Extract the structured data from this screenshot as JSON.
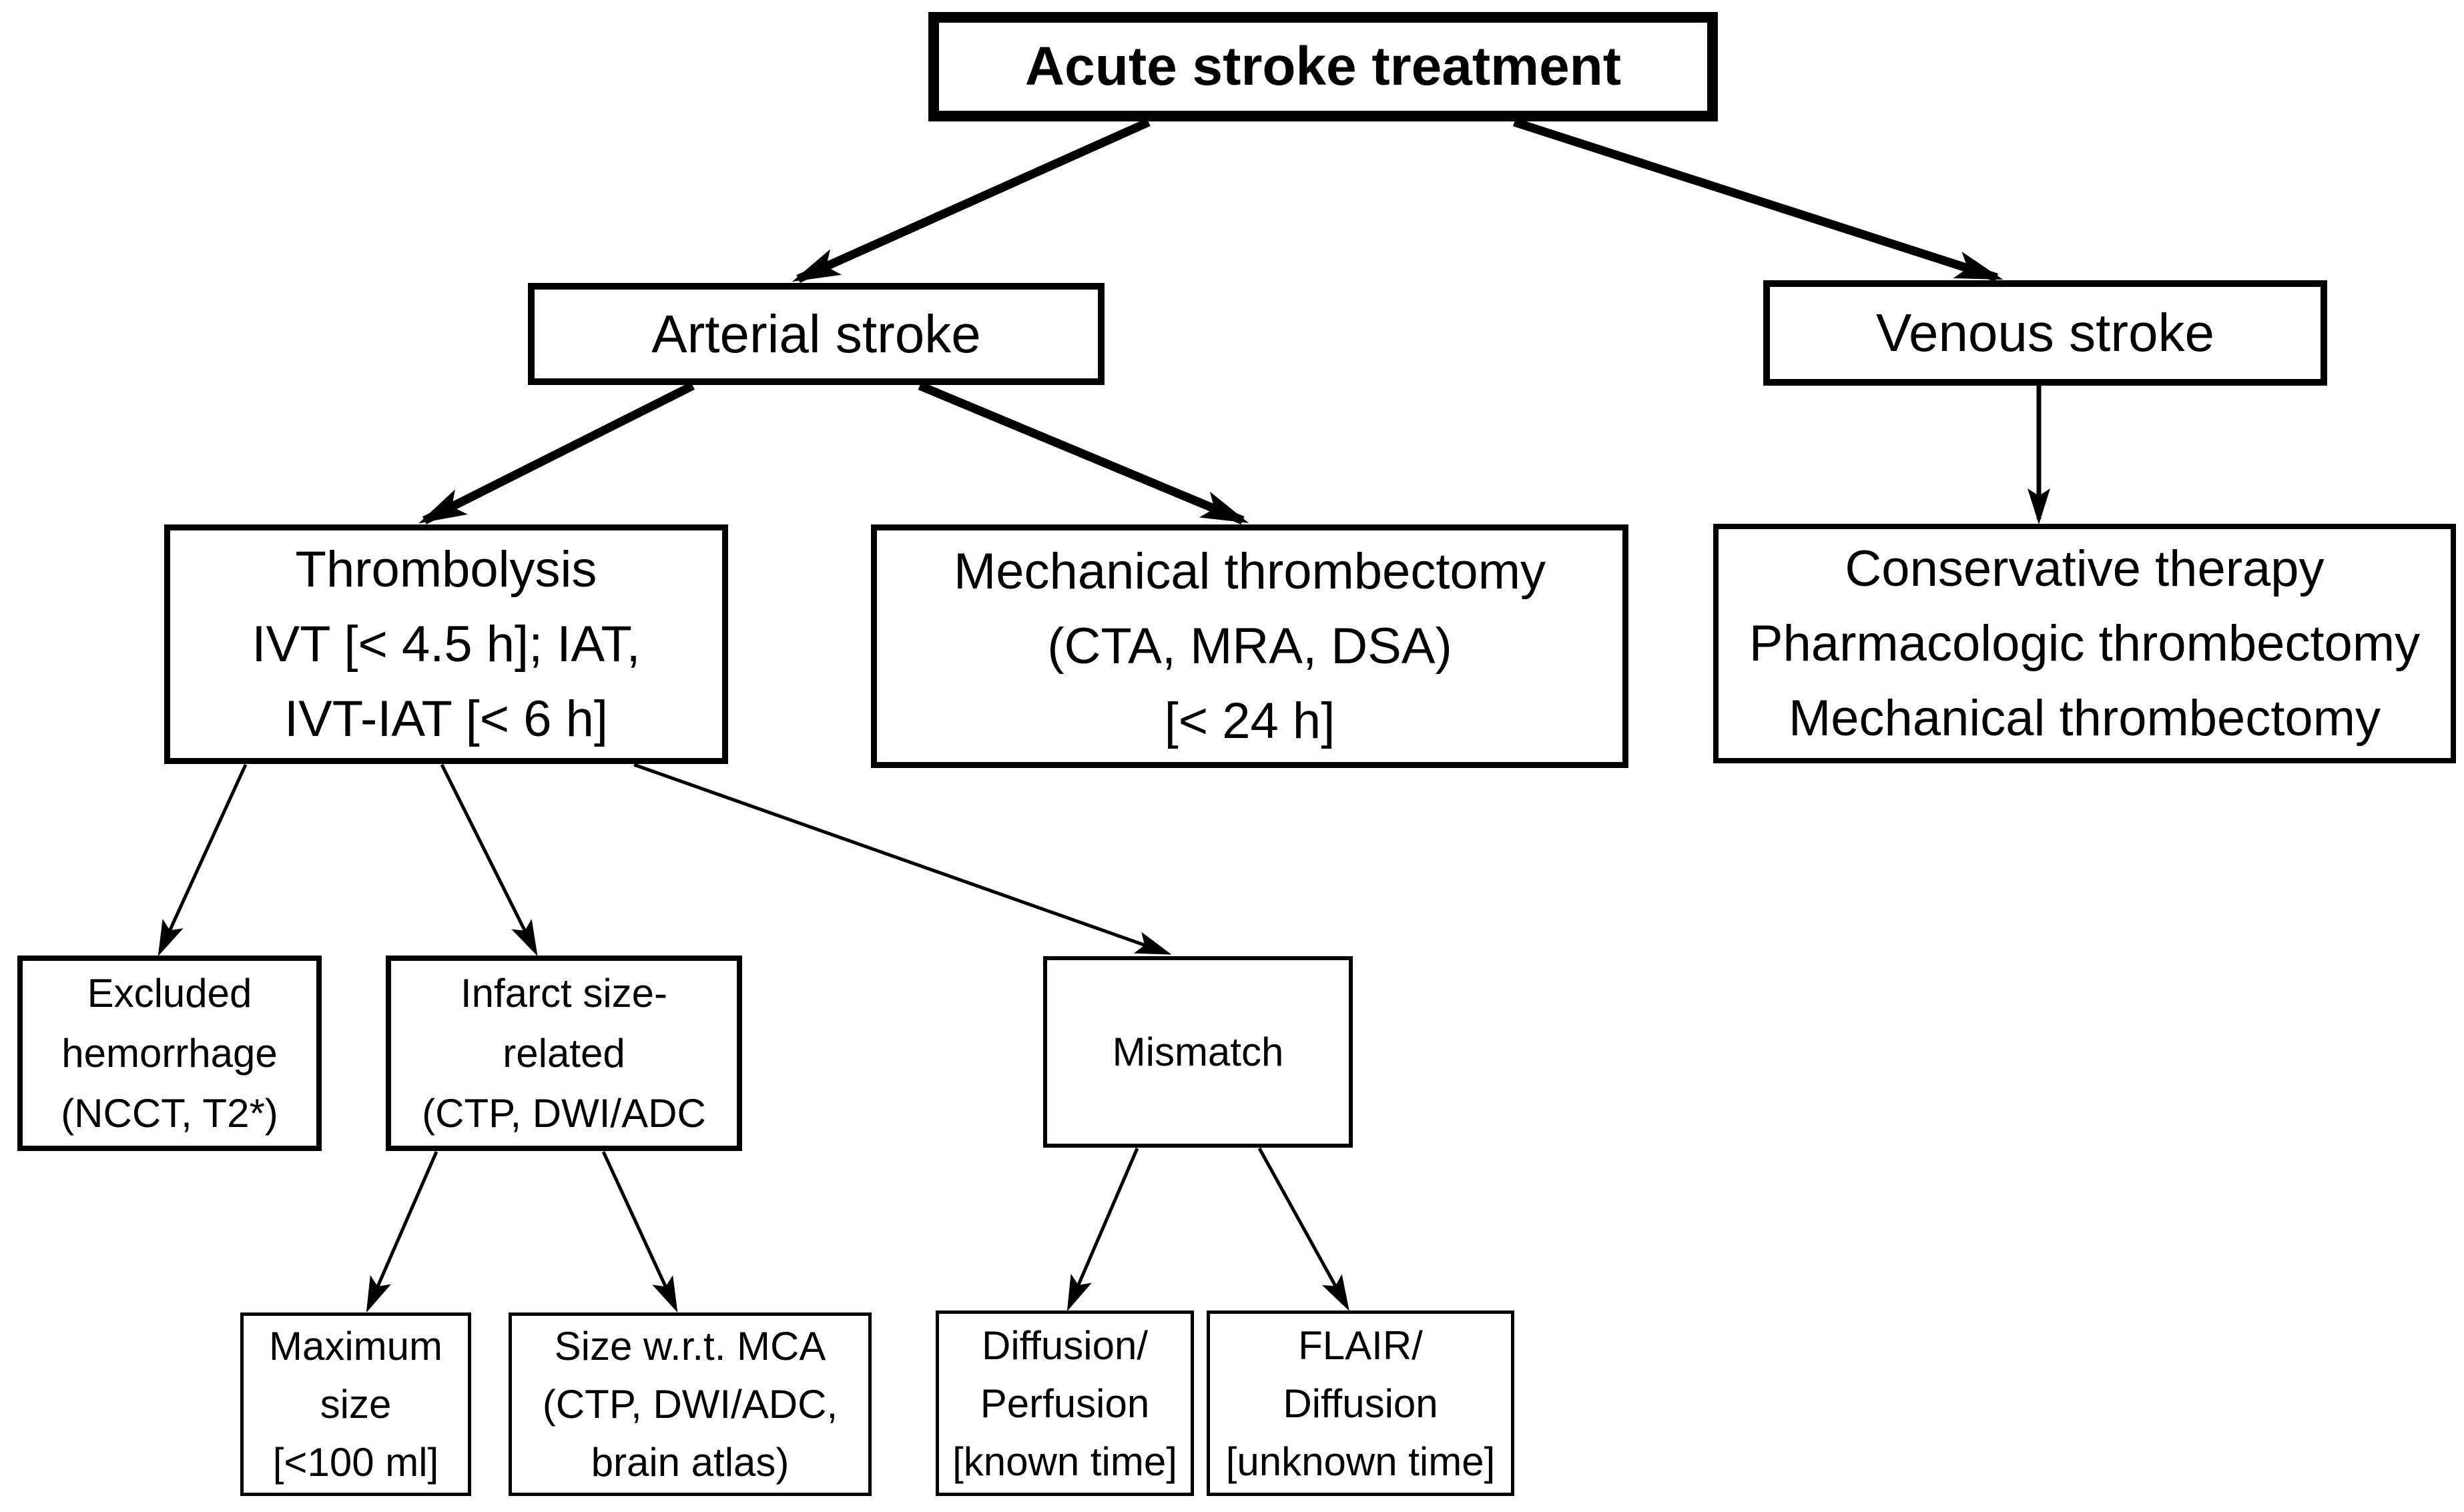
{
  "diagram": {
    "title": "Acute stroke treatment",
    "background_color": "#ffffff",
    "line_color": "#000000",
    "nodes": {
      "root": {
        "lines": [
          "Acute stroke treatment"
        ]
      },
      "arterial": {
        "lines": [
          "Arterial stroke"
        ]
      },
      "venous": {
        "lines": [
          "Venous stroke"
        ]
      },
      "thrombolysis": {
        "lines": [
          "Thrombolysis",
          "IVT [< 4.5 h]; IAT,",
          "IVT-IAT [< 6 h]"
        ]
      },
      "mechanical": {
        "lines": [
          "Mechanical thrombectomy",
          "(CTA, MRA, DSA)",
          "[< 24 h]"
        ]
      },
      "conservative": {
        "lines": [
          "Conservative therapy",
          "Pharmacologic thrombectomy",
          "Mechanical thrombectomy"
        ]
      },
      "excluded": {
        "lines": [
          "Excluded",
          "hemorrhage",
          "(NCCT, T2*)"
        ]
      },
      "infarct": {
        "lines": [
          "Infarct size-",
          "related",
          "(CTP, DWI/ADC"
        ]
      },
      "mismatch": {
        "lines": [
          "Mismatch"
        ]
      },
      "max_size": {
        "lines": [
          "Maximum",
          "size",
          "[<100 ml]"
        ]
      },
      "size_mca": {
        "lines": [
          "Size w.r.t. MCA",
          "(CTP, DWI/ADC,",
          "brain atlas)"
        ]
      },
      "diff_perf": {
        "lines": [
          "Diffusion/",
          "Perfusion",
          "[known time]"
        ]
      },
      "flair_diff": {
        "lines": [
          "FLAIR/",
          "Diffusion",
          "[unknown time]"
        ]
      }
    },
    "edges": [
      {
        "from": "Acute stroke treatment",
        "to": "Arterial stroke"
      },
      {
        "from": "Acute stroke treatment",
        "to": "Venous stroke"
      },
      {
        "from": "Arterial stroke",
        "to": "Thrombolysis"
      },
      {
        "from": "Arterial stroke",
        "to": "Mechanical thrombectomy"
      },
      {
        "from": "Venous stroke",
        "to": "Conservative therapy"
      },
      {
        "from": "Thrombolysis",
        "to": "Excluded hemorrhage"
      },
      {
        "from": "Thrombolysis",
        "to": "Infarct size-related"
      },
      {
        "from": "Thrombolysis",
        "to": "Mismatch"
      },
      {
        "from": "Infarct size-related",
        "to": "Maximum size"
      },
      {
        "from": "Infarct size-related",
        "to": "Size w.r.t. MCA"
      },
      {
        "from": "Mismatch",
        "to": "Diffusion/Perfusion"
      },
      {
        "from": "Mismatch",
        "to": "FLAIR/Diffusion"
      }
    ]
  }
}
